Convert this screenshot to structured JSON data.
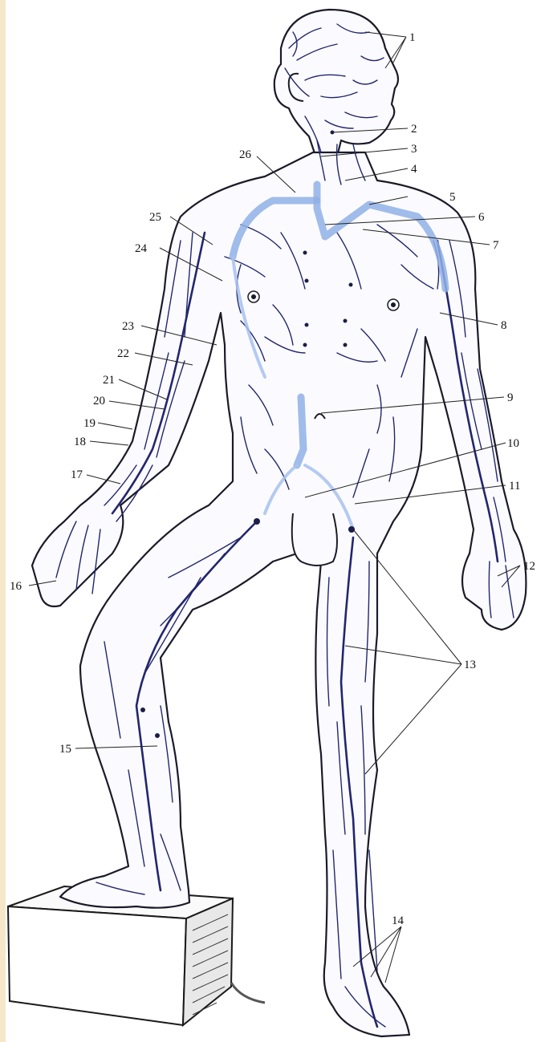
{
  "labels": [
    "1",
    "2",
    "3",
    "4",
    "5",
    "6",
    "7",
    "8",
    "9",
    "10",
    "11",
    "12",
    "13",
    "14",
    "15",
    "16",
    "17",
    "18",
    "19",
    "20",
    "21",
    "22",
    "23",
    "24",
    "25",
    "26"
  ],
  "colors": {
    "background": "#ffffff",
    "left_strip": "#f7e7c9",
    "outline": "#1a1a2a",
    "vessel": "#23266e",
    "duct": "#8fb0e6",
    "pedestal_shadow": "#3a3a3a"
  }
}
